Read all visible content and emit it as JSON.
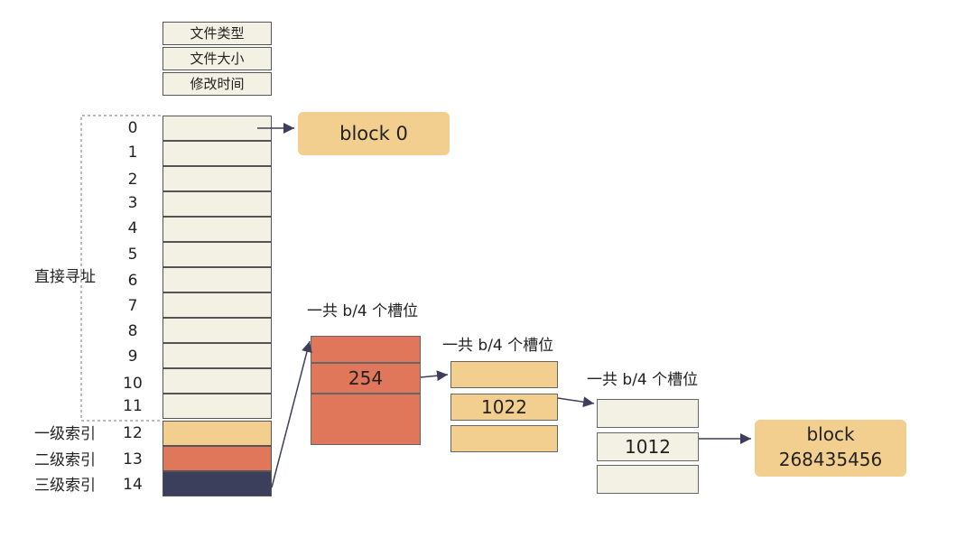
{
  "inode": {
    "meta_fields": [
      "文件类型",
      "文件大小",
      "修改时间"
    ],
    "indices": [
      "0",
      "1",
      "2",
      "3",
      "4",
      "5",
      "6",
      "7",
      "8",
      "9",
      "10",
      "11",
      "12",
      "13",
      "14"
    ],
    "direct_label": "直接寻址",
    "level_labels": [
      "一级索引",
      "二级索引",
      "三级索引"
    ]
  },
  "blocks": {
    "block0": "block  0",
    "final_line1": "block",
    "final_line2": "268435456"
  },
  "tables": {
    "slots_caption": "一共 b/4 个槽位",
    "t1_value": "254",
    "t2_value": "1022",
    "t3_value": "1012"
  },
  "colors": {
    "cream": "#f3f1e3",
    "orange_light": "#f3cf8f",
    "orange_red": "#e0765a",
    "navy": "#3c3f5b",
    "peach": "#f3cf8f"
  }
}
